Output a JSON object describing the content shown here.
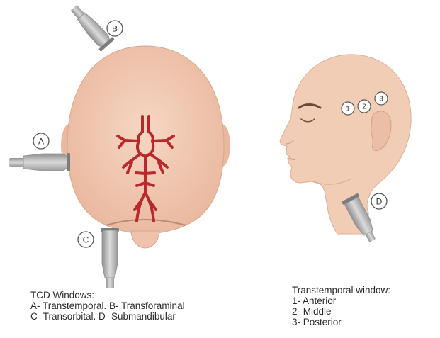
{
  "labels": {
    "probe_a": "A",
    "probe_b": "B",
    "probe_c": "C",
    "probe_d": "D",
    "window_1": "1",
    "window_2": "2",
    "window_3": "3"
  },
  "caption_left": {
    "title": "TCD Windows:",
    "line1": "A- Transtemporal. B- Transforaminal",
    "line2": "C- Transorbital. D- Submandibular"
  },
  "caption_right": {
    "title": "Transtemporal window:",
    "line1": "1- Anterior",
    "line2": "2- Middle",
    "line3": "3- Posterior"
  },
  "colors": {
    "skin": "#f2cdb6",
    "skin_shadow": "#e6b49b",
    "artery": "#b8292c",
    "probe": "#c9c9c9",
    "probe_dark": "#9a9a9a",
    "label_circle": "#555555"
  }
}
